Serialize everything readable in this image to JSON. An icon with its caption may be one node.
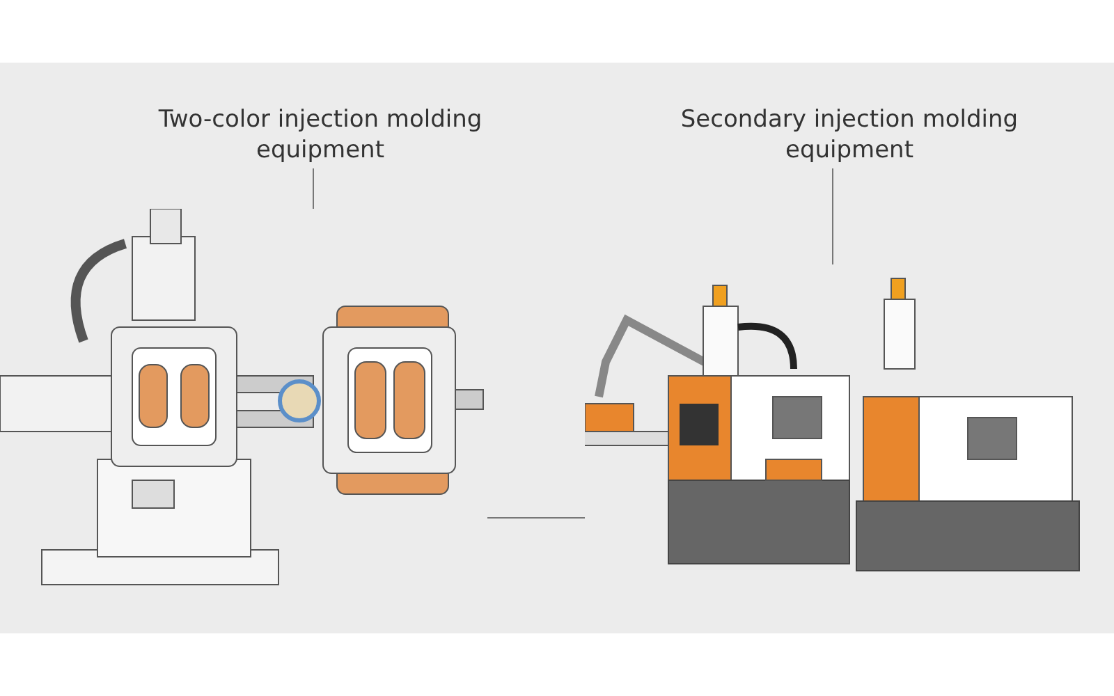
{
  "diagram": {
    "nodes": [
      {
        "text": [
          "Two-color injection molding equipment"
        ]
      },
      {
        "text": [
          "Secondary injection molding equipment"
        ]
      },
      {
        "text": [],
        "shape": "picture"
      },
      {
        "text": [],
        "shape": "picture"
      }
    ],
    "edges": [
      {
        "from": 0,
        "to": 2,
        "arrow": "none"
      },
      {
        "from": 1,
        "to": 3,
        "arrow": "none"
      },
      {
        "from": 2,
        "to": 3,
        "arrow": "none"
      }
    ]
  }
}
